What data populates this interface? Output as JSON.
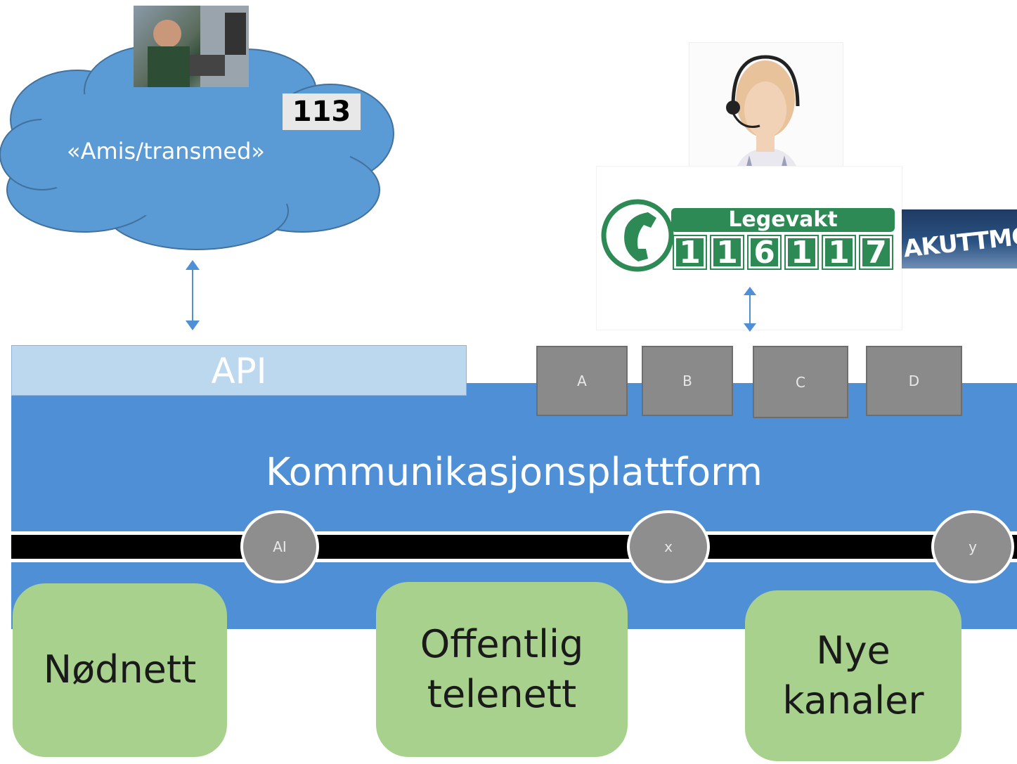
{
  "cloud": {
    "label": "«Amis/transmed»",
    "badge": "113"
  },
  "legevakt": {
    "label": "Legevakt",
    "digits": [
      "1",
      "1",
      "6",
      "1",
      "1",
      "7"
    ],
    "sign_text": "AKUTTMOT"
  },
  "api": {
    "label": "API"
  },
  "boxes": [
    "A",
    "B",
    "C",
    "D"
  ],
  "platform": {
    "title": "Kommunikasjonsplattform"
  },
  "nodes": [
    "AI",
    "x",
    "y"
  ],
  "channels": {
    "nodnett": "Nødnett",
    "offentlig_line1": "Offentlig",
    "offentlig_line2": "telenett",
    "nye_line1": "Nye",
    "nye_line2": "kanaler"
  },
  "colors": {
    "platform": "#4f8fd6",
    "api": "#bcd8ef",
    "box": "#8a8a8a",
    "channel": "#a9d18e",
    "legevakt": "#2e8a55",
    "cloud": "#5b9bd5"
  }
}
